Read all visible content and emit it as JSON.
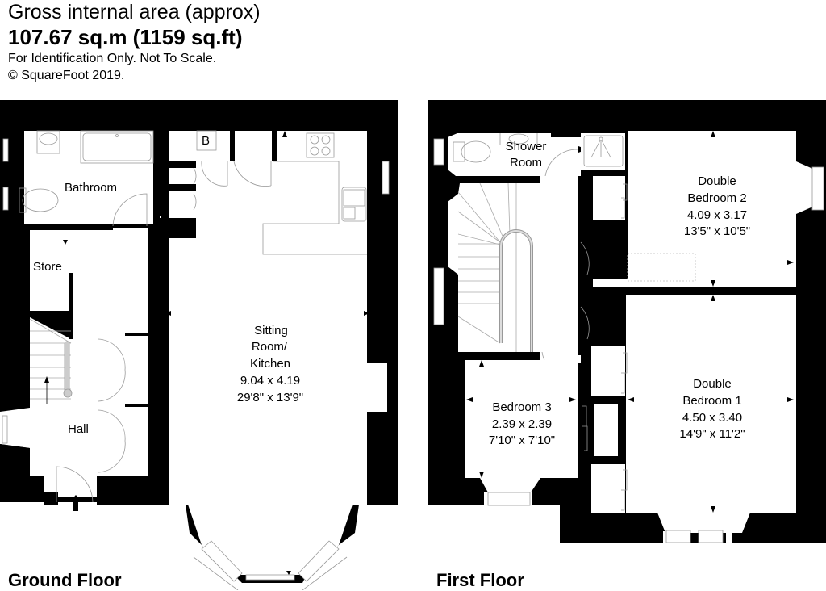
{
  "header": {
    "title": "Gross internal area (approx)",
    "area": "107.67 sq.m (1159 sq.ft)",
    "disclaimer": "For Identification Only. Not To Scale.",
    "copyright": "© SquareFoot 2019."
  },
  "ground_floor": {
    "label": "Ground Floor",
    "rooms": {
      "bathroom": {
        "name": "Bathroom"
      },
      "store": {
        "name": "Store"
      },
      "hall": {
        "name": "Hall"
      },
      "boiler": {
        "name": "B"
      },
      "sitting": {
        "name_l1": "Sitting",
        "name_l2": "Room/",
        "name_l3": "Kitchen",
        "metric": "9.04 x 4.19",
        "imperial": "29'8\" x 13'9\""
      }
    }
  },
  "first_floor": {
    "label": "First Floor",
    "rooms": {
      "shower": {
        "name_l1": "Shower",
        "name_l2": "Room"
      },
      "bed2": {
        "name_l1": "Double",
        "name_l2": "Bedroom 2",
        "metric": "4.09 x 3.17",
        "imperial": "13'5\" x 10'5\""
      },
      "bed3": {
        "name": "Bedroom 3",
        "metric": "2.39 x 2.39",
        "imperial": "7'10\" x 7'10\""
      },
      "bed1": {
        "name_l1": "Double",
        "name_l2": "Bedroom 1",
        "metric": "4.50 x 3.40",
        "imperial": "14'9\" x 11'2\""
      }
    }
  },
  "colors": {
    "wall": "#000000",
    "fixture_line": "#999999",
    "background": "#ffffff"
  }
}
